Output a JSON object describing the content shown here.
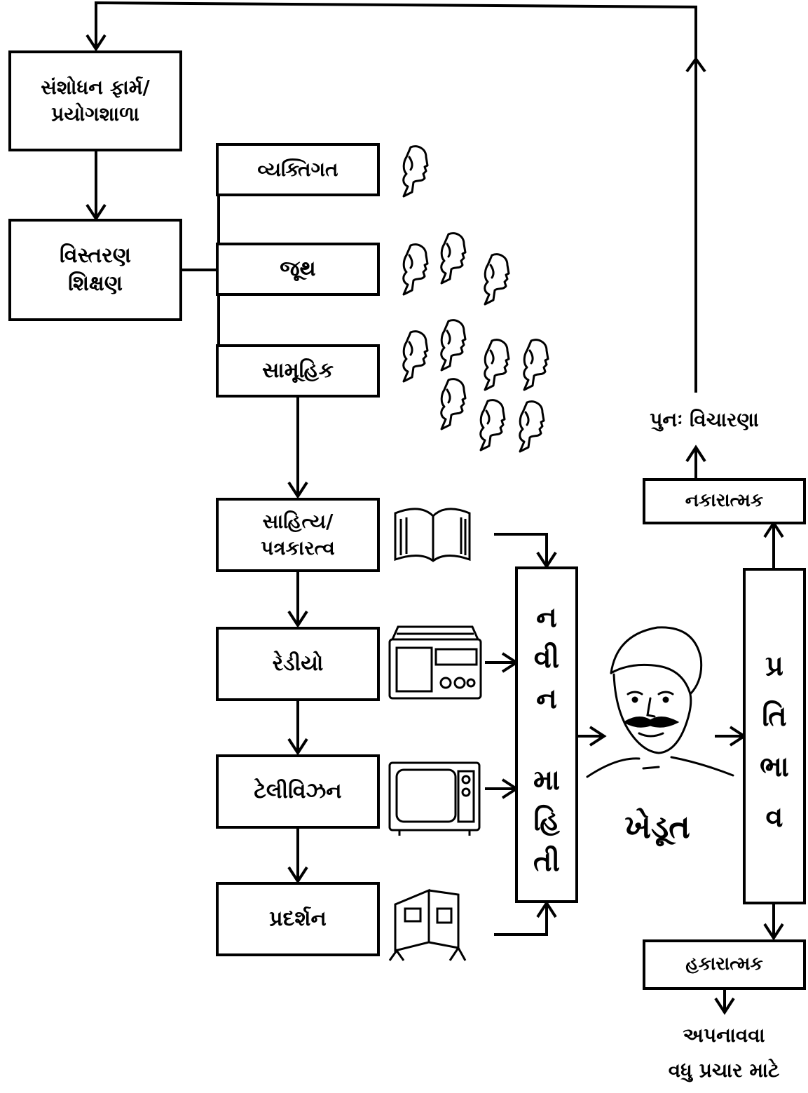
{
  "boxes": {
    "research": [
      "સંશોધન ફાર્મ/",
      "પ્રયોગશાળા"
    ],
    "extension": [
      "વિસ્તરણ",
      "શિક્ષણ"
    ],
    "individual": "વ્યક્તિગત",
    "group": "જૂથ",
    "mass": "સામૂહિક",
    "literature": [
      "સાહિત્ય/",
      "પત્રકારત્વ"
    ],
    "radio": "રેડીયો",
    "television": "ટેલીવિઝન",
    "exhibition": "પ્રદર્શન",
    "negative": "નકારાત્મક",
    "positive": "હકારાત્મક"
  },
  "new_info": [
    "ન",
    "વી",
    "ન",
    "",
    "મા",
    "હિ",
    "તી"
  ],
  "response": [
    "પ્ર",
    "તિ",
    "ભા",
    "વ"
  ],
  "farmer": "ખેડૂત",
  "reconsider": "પુનઃ વિચારણા",
  "adopt": [
    "અપનાવવા",
    "વધુ પ્રચાર માટે"
  ],
  "icons": [
    "person-head-icon",
    "book-icon",
    "radio-icon",
    "television-icon",
    "exhibition-board-icon",
    "farmer-face-icon"
  ]
}
